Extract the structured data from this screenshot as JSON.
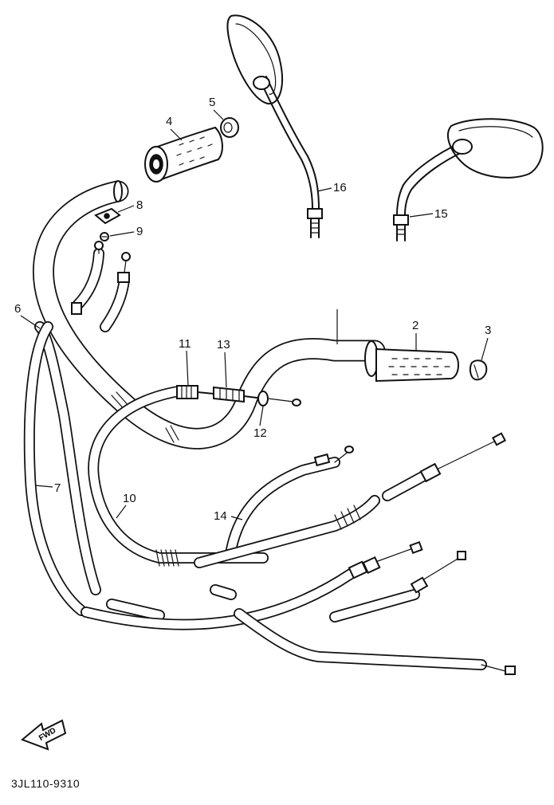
{
  "diagram": {
    "code": "3JL110-9310",
    "fwd_label": "FWD",
    "callouts": [
      "2",
      "3",
      "4",
      "5",
      "6",
      "7",
      "8",
      "9",
      "10",
      "11",
      "12",
      "13",
      "14",
      "15",
      "16"
    ]
  }
}
